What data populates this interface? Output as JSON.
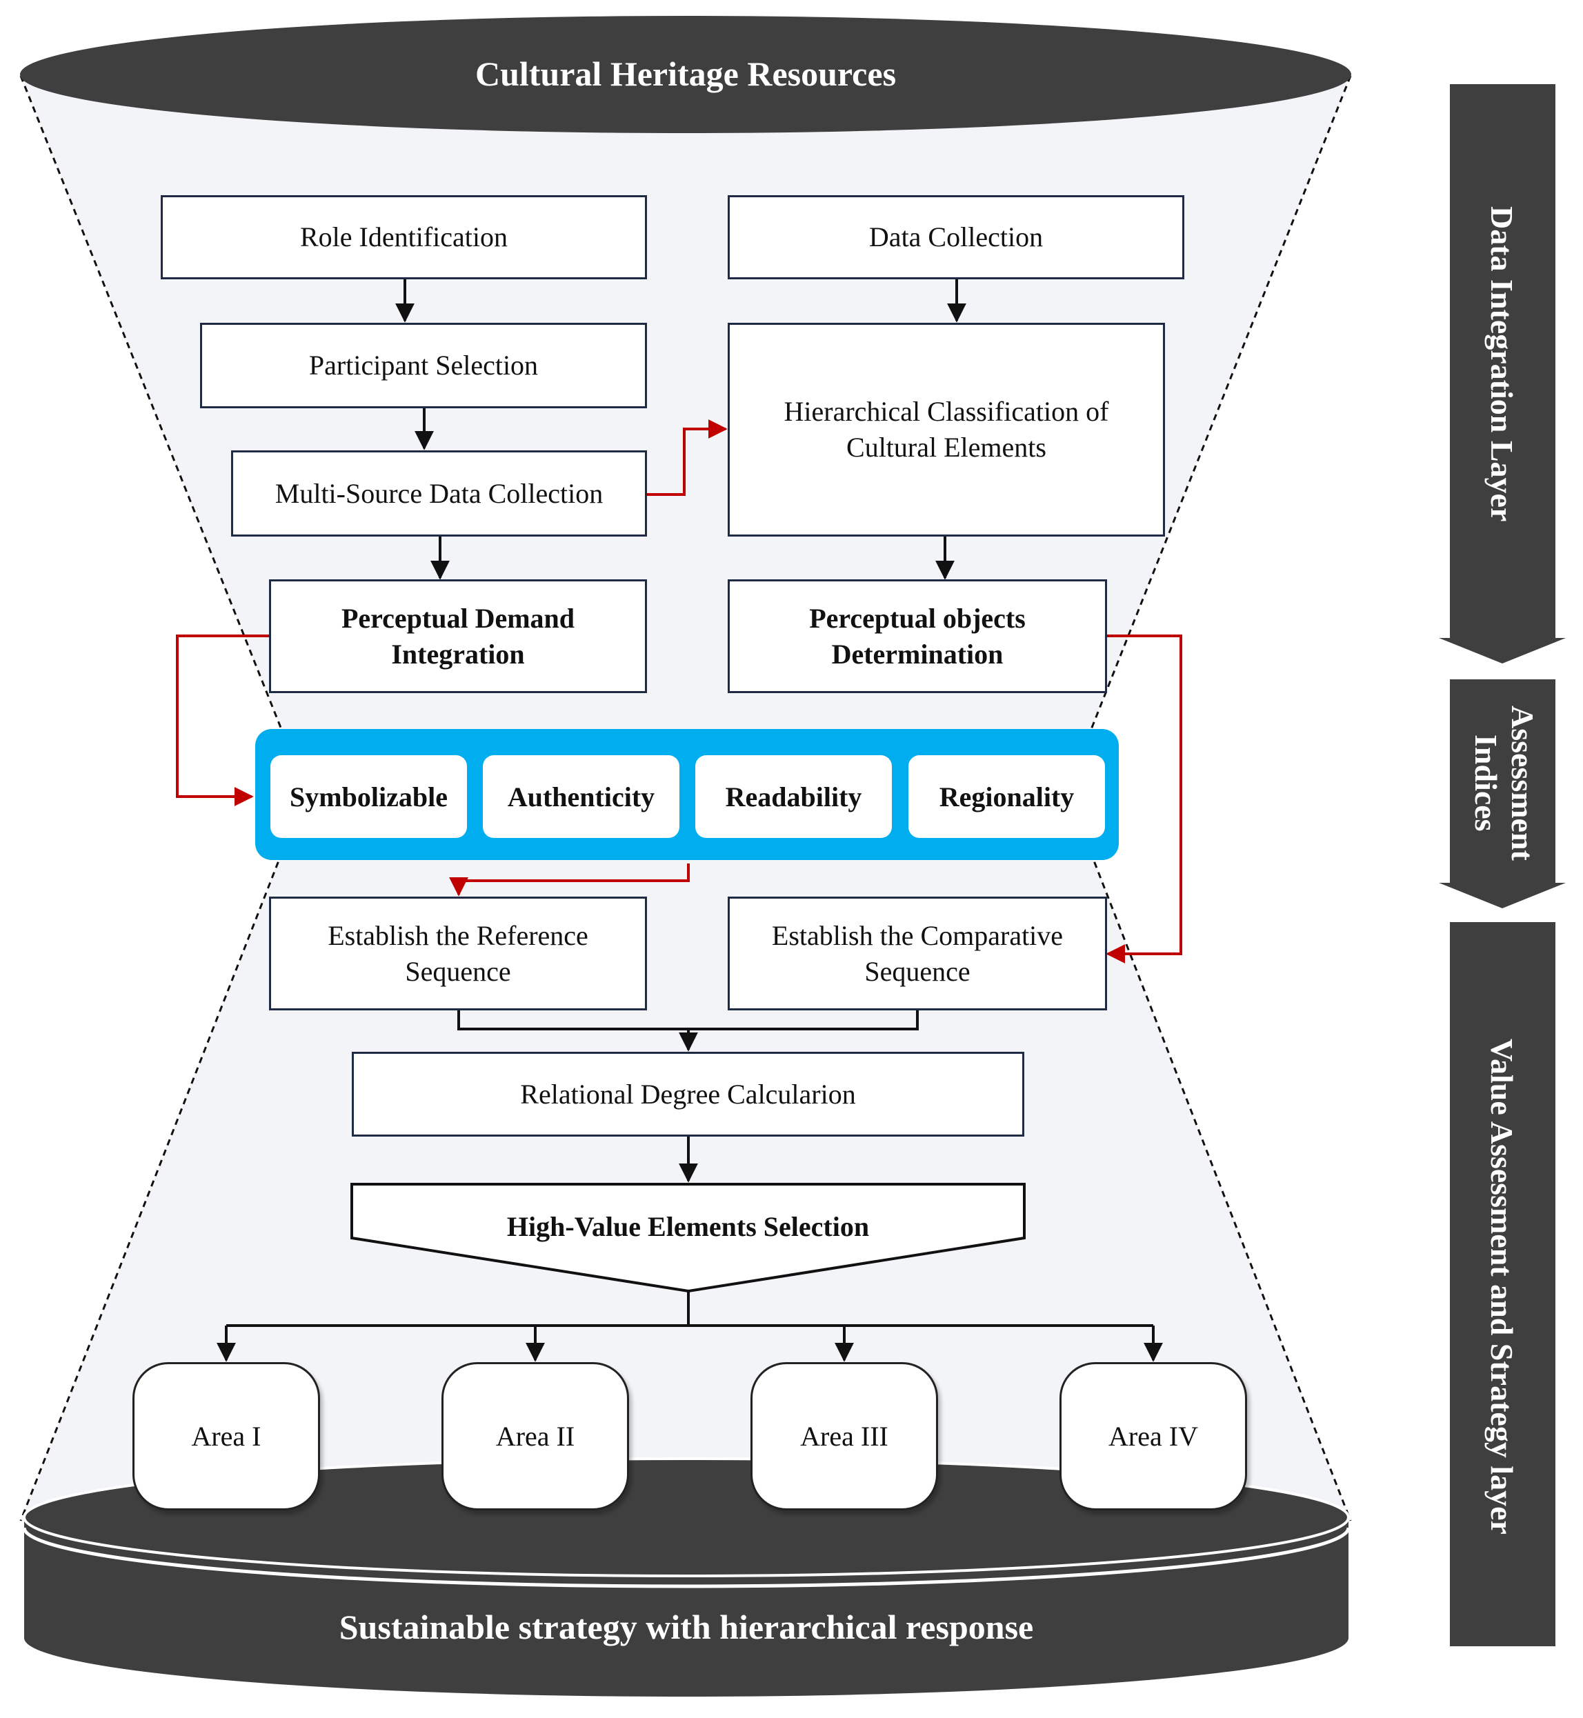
{
  "top": {
    "title": "Cultural Heritage Resources"
  },
  "bottom": {
    "title": "Sustainable strategy with hierarchical response"
  },
  "layers": {
    "data_integration": "Data Integration Layer",
    "assessment_indices": "Assessment Indices",
    "value_strategy": "Value Assessment and Strategy layer"
  },
  "left_flow": {
    "role_identification": "Role Identification",
    "participant_selection": "Participant Selection",
    "multi_source": "Multi-Source Data Collection",
    "perceptual_demand": "Perceptual Demand Integration"
  },
  "right_flow": {
    "data_collection": "Data Collection",
    "hierarchical_classification": "Hierarchical Classification of Cultural Elements",
    "perceptual_objects": "Perceptual objects Determination"
  },
  "indices": [
    "Symbolizable",
    "Authenticity",
    "Readability",
    "Regionality"
  ],
  "sequences": {
    "reference": "Establish the Reference Sequence",
    "comparative": "Establish the Comparative Sequence"
  },
  "relational": "Relational Degree Calcularion",
  "selection": "High-Value Elements Selection",
  "areas": [
    "Area I",
    "Area II",
    "Area III",
    "Area IV"
  ],
  "colors": {
    "dark": "#3f3f3f",
    "funnel": "#f2f4f8",
    "index_band": "#00aeef",
    "box_border": "#1f2a44",
    "red_arrow": "#c00000"
  }
}
